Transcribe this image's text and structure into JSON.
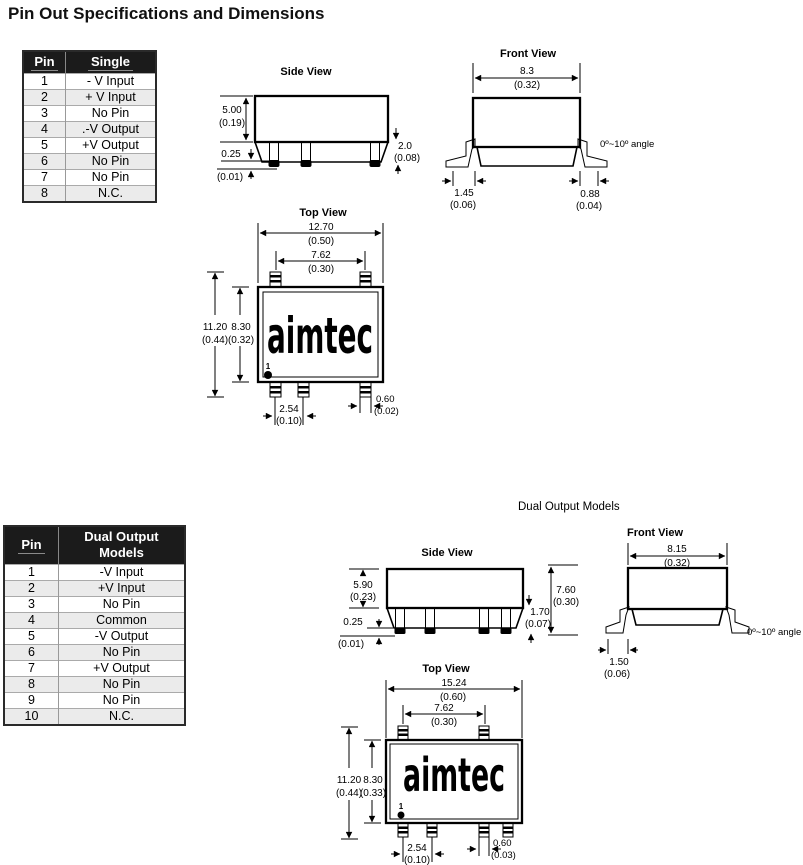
{
  "page": {
    "title": "Pin Out Specifications and Dimensions"
  },
  "sections": {
    "dual_models_label": "Dual Output Models"
  },
  "tables": {
    "single": {
      "col_pin": "Pin",
      "col_fn": "Single",
      "rows": [
        [
          "1",
          "- V Input"
        ],
        [
          "2",
          "+ V Input"
        ],
        [
          "3",
          "No Pin"
        ],
        [
          "4",
          ".-V Output"
        ],
        [
          "5",
          "+V Output"
        ],
        [
          "6",
          "No Pin"
        ],
        [
          "7",
          "No Pin"
        ],
        [
          "8",
          "N.C."
        ]
      ]
    },
    "dual": {
      "col_pin": "Pin",
      "col_fn": "Dual Output Models",
      "rows": [
        [
          "1",
          "-V Input"
        ],
        [
          "2",
          "+V Input"
        ],
        [
          "3",
          "No Pin"
        ],
        [
          "4",
          "Common"
        ],
        [
          "5",
          "-V Output"
        ],
        [
          "6",
          "No Pin"
        ],
        [
          "7",
          "+V Output"
        ],
        [
          "8",
          "No Pin"
        ],
        [
          "9",
          "No Pin"
        ],
        [
          "10",
          "N.C."
        ]
      ]
    }
  },
  "drawings": {
    "single_side": {
      "title": "Side View",
      "height_mm": "5.00",
      "height_in": "(0.19)",
      "standoff_mm": "0.25",
      "standoff_in": "(0.01)",
      "pin_mm": "2.0",
      "pin_in": "(0.08)"
    },
    "single_front": {
      "title": "Front View",
      "width_mm": "8.3",
      "width_in": "(0.32)",
      "angle": "0º~10º angle",
      "foot_mm": "1.45",
      "foot_in": "(0.06)",
      "lead_mm": "0.88",
      "lead_in": "(0.04)"
    },
    "single_top": {
      "title": "Top View",
      "logo": "aimtec",
      "pin1": "1",
      "width_mm": "12.70",
      "width_in": "(0.50)",
      "span_mm": "7.62",
      "span_in": "(0.30)",
      "len_mm": "11.20",
      "len_in": "(0.44)",
      "body_mm": "8.30",
      "body_in": "(0.32)",
      "pitch_mm": "2.54",
      "pitch_in": "(0.10)",
      "pinw_mm": "0.60",
      "pinw_in": "(0.02)"
    },
    "dual_side": {
      "title": "Side View",
      "height_mm": "5.90",
      "height_in": "(0.23)",
      "standoff_mm": "0.25",
      "standoff_in": "(0.01)",
      "pin_mm": "1.70",
      "pin_in": "(0.07)",
      "total_mm": "7.60",
      "total_in": "(0.30)"
    },
    "dual_front": {
      "title": "Front View",
      "width_mm": "8.15",
      "width_in": "(0.32)",
      "angle": "0º~10º angle",
      "foot_mm": "1.50",
      "foot_in": "(0.06)"
    },
    "dual_top": {
      "title": "Top View",
      "logo": "aimtec",
      "pin1": "1",
      "width_mm": "15.24",
      "width_in": "(0.60)",
      "span_mm": "7.62",
      "span_in": "(0.30)",
      "len_mm": "11.20",
      "len_in": "(0.44)",
      "body_mm": "8.30",
      "body_in": "(0.33)",
      "pitch_mm": "2.54",
      "pitch_in": "(0.10)",
      "pinw_mm": "0.60",
      "pinw_in": "(0.03)"
    }
  }
}
